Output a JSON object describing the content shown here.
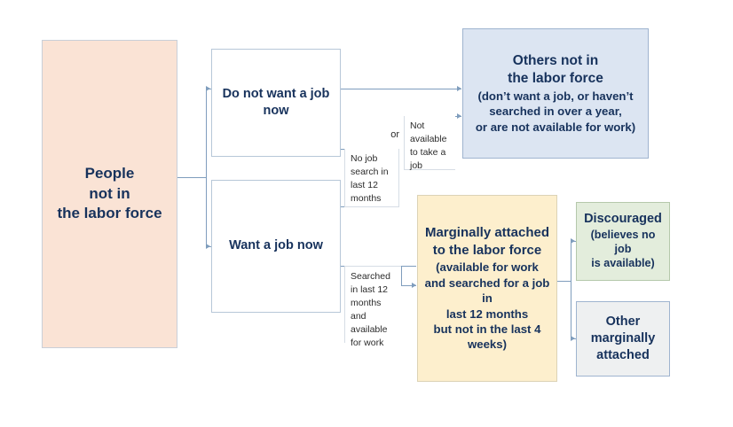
{
  "diagram": {
    "title": "People not in the labor force flow chart",
    "colors": {
      "people_fill": "#fae3d5",
      "others_fill": "#dce5f2",
      "marginal_fill": "#fdefcd",
      "discouraged_fill": "#e3eddc",
      "other_marginal_fill": "#eef0f1",
      "text": "#17325c",
      "connector": "#7f9dbd"
    },
    "boxes": {
      "people": {
        "title": "People\nnot in\nthe labor force"
      },
      "do_not_want_job": {
        "title": "Do not want a job\nnow"
      },
      "want_job": {
        "title": "Want a job now"
      },
      "others_not_in_labor_force": {
        "title": "Others not in\nthe labor force",
        "subtitle": "(don’t want a job, or haven’t\nsearched in over a year,\nor are not available for work)"
      },
      "marginally_attached": {
        "title": "Marginally attached\nto the labor force",
        "subtitle": "(available for work\nand searched for a job in\nlast 12 months\nbut not in the last 4\nweeks)"
      },
      "discouraged": {
        "title": "Discouraged",
        "subtitle": "(believes no job\nis available)"
      },
      "other_marginally_attached": {
        "title": "Other\nmarginally\nattached"
      }
    },
    "notes": {
      "or": "or",
      "no_job_search": "No job\nsearch in\nlast 12\nmonths",
      "not_available": "Not\navailable\nto take a\njob",
      "searched": "Searched\nin last 12\nmonths\nand\navailable\nfor work"
    }
  }
}
